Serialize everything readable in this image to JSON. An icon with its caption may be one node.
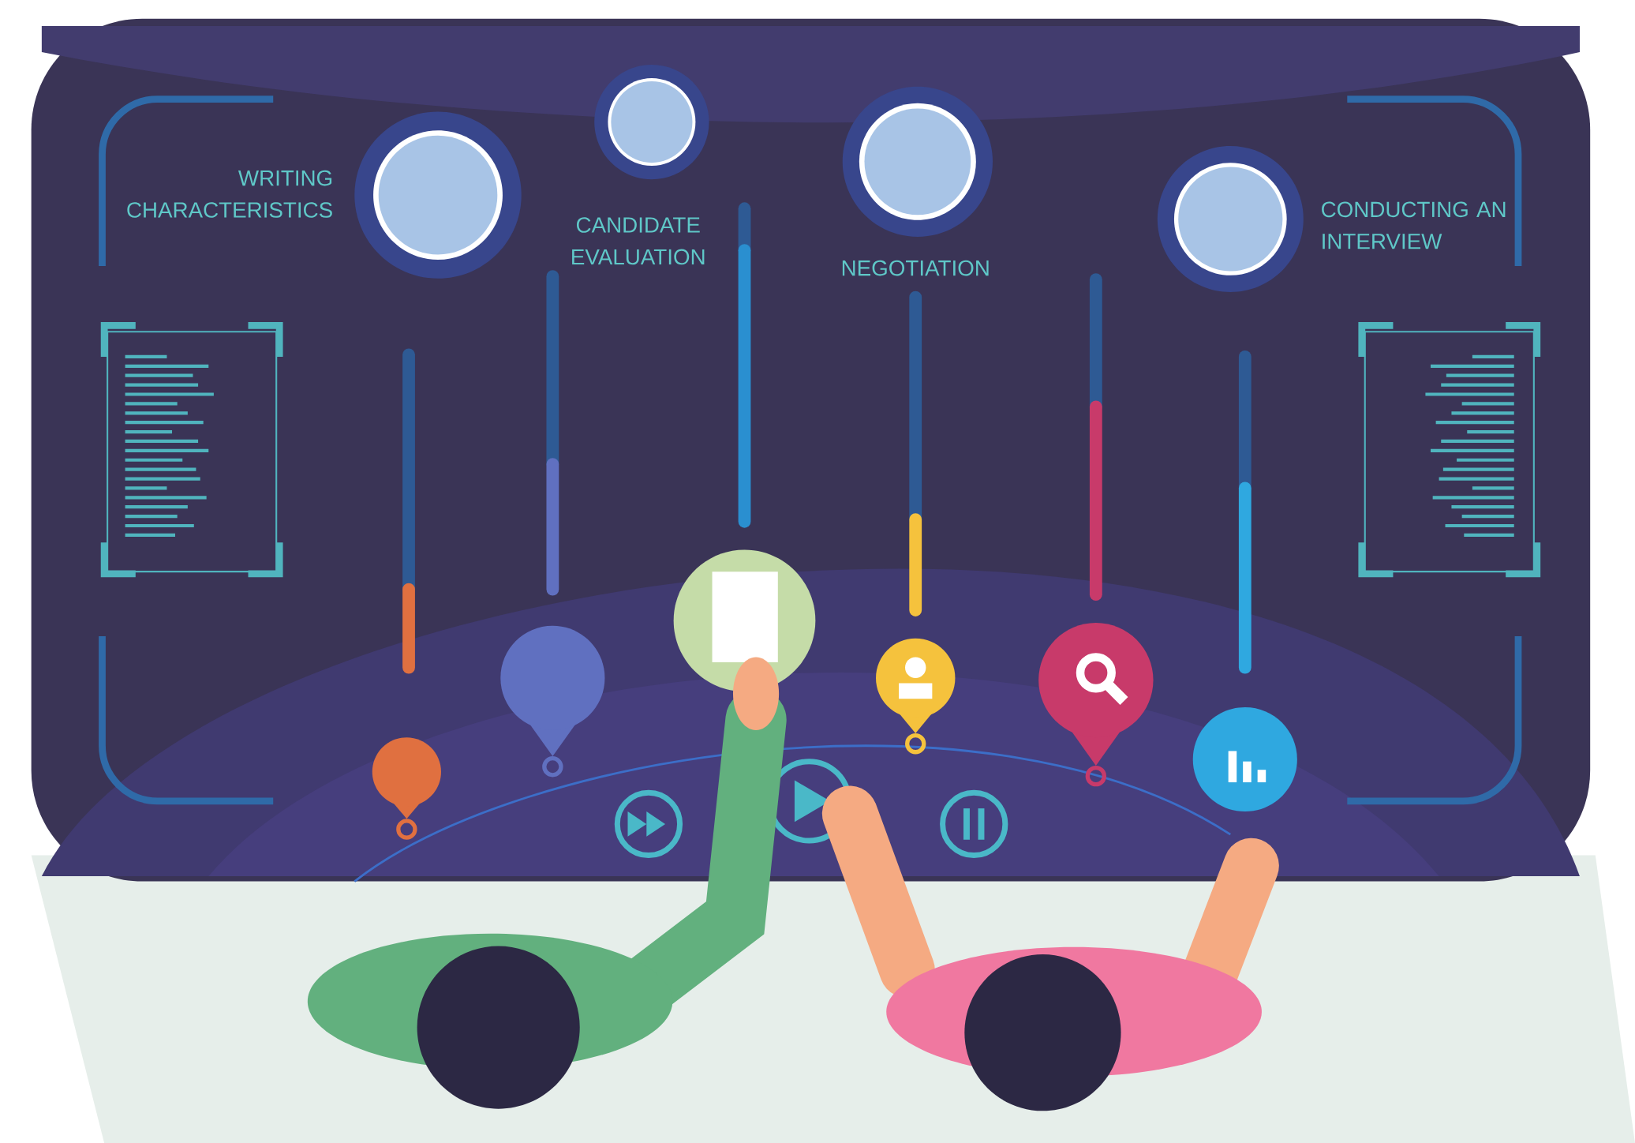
{
  "diagram": {
    "labels": [
      "WRITING CHARACTERISTICS",
      "CANDIDATE EVALUATION",
      "NEGOTIATION",
      "CONDUCTING AN INTERVIEW"
    ]
  }
}
